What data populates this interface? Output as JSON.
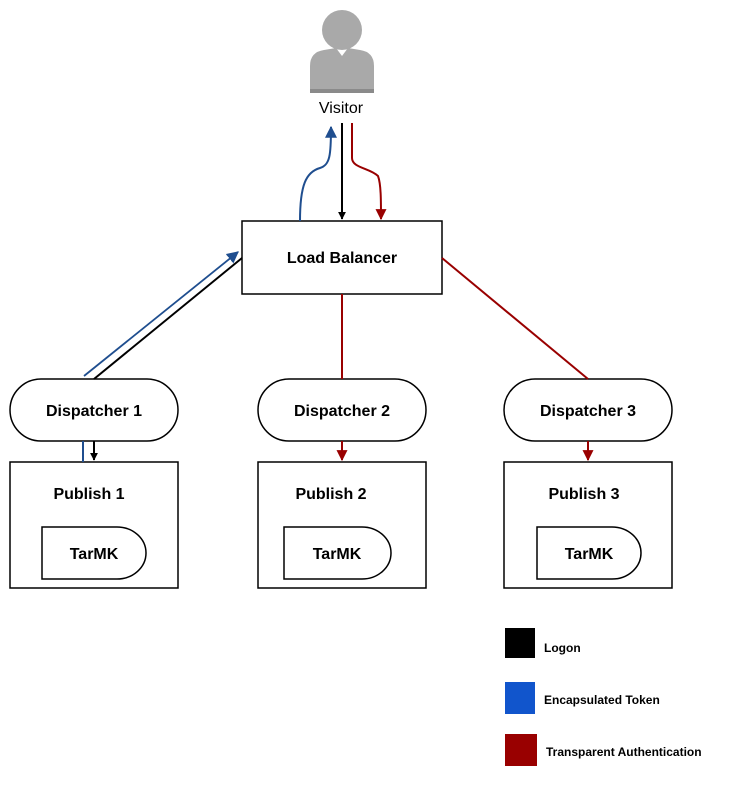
{
  "visitor": {
    "label": "Visitor",
    "icon": "user-icon"
  },
  "load_balancer": {
    "label": "Load Balancer"
  },
  "dispatchers": [
    {
      "label": "Dispatcher 1"
    },
    {
      "label": "Dispatcher 2"
    },
    {
      "label": "Dispatcher 3"
    }
  ],
  "publishers": [
    {
      "label": "Publish 1",
      "store": "TarMK"
    },
    {
      "label": "Publish 2",
      "store": "TarMK"
    },
    {
      "label": "Publish 3",
      "store": "TarMK"
    }
  ],
  "legend": [
    {
      "label": "Logon",
      "color": "#000000"
    },
    {
      "label": "Encapsulated Token",
      "color": "#1155cc"
    },
    {
      "label": "Transparent Authentication",
      "color": "#990000"
    }
  ],
  "colors": {
    "logon": "#000000",
    "token": "#1f4e8f",
    "transparent": "#990000",
    "person": "#a9a9a9"
  }
}
